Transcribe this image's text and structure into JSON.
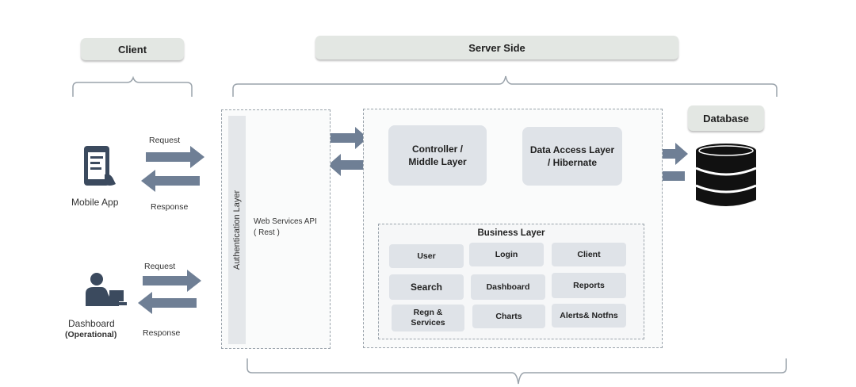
{
  "client_header": "Client",
  "server_header": "Server Side",
  "database_label": "Database",
  "mobile": {
    "request": "Request",
    "response": "Response",
    "label": "Mobile App"
  },
  "dashboard": {
    "request": "Request",
    "response": "Response",
    "label": "Dashboard",
    "sublabel": "(Operational)"
  },
  "auth_layer": "Authentication Layer",
  "webservices": {
    "line1": "Web Services API",
    "line2": "( Rest )"
  },
  "controller": {
    "line1": "Controller /",
    "line2": "Middle Layer"
  },
  "data_access": {
    "line1": "Data Access Layer",
    "line2": "/ Hibernate"
  },
  "business_layer": {
    "title": "Business Layer",
    "modules": {
      "user": "User",
      "login": "Login",
      "client": "Client",
      "search": "Search",
      "dashboard": "Dashboard",
      "reports": "Reports",
      "regn_line1": "Regn &",
      "regn_line2": "Services",
      "charts": "Charts",
      "alerts": "Alerts& Notfns"
    }
  },
  "colors": {
    "arrow": "#6f7f95",
    "panel": "#dfe3e8",
    "header": "#e3e7e3",
    "database": "#111111"
  }
}
